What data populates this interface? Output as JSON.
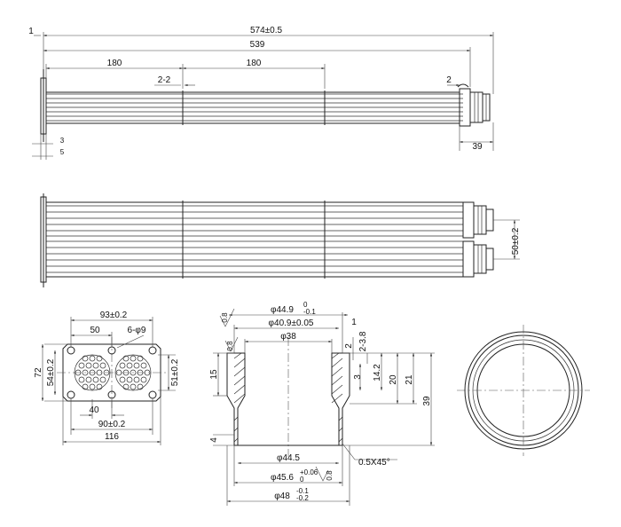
{
  "side_view": {
    "overall_length": "574±0.5",
    "length_539": "539",
    "seg_left": "180",
    "seg_right": "180",
    "baffle_thickness": "2-2",
    "left_offset": "1",
    "end_gap": "2",
    "end_length": "39",
    "flange_thk_a": "3",
    "flange_thk_b": "5"
  },
  "top_view": {
    "tube_pitch": "50±0.2"
  },
  "flange_view": {
    "width_93": "93±0.2",
    "width_50": "50",
    "holes": "6-φ9",
    "height_72": "72",
    "height_54": "54±0.2",
    "height_51": "51±0.2",
    "width_40": "40",
    "width_90": "90±0.2",
    "width_116": "116"
  },
  "section_view": {
    "d_top": "φ44.9",
    "d_top_tol_upper": "0",
    "d_top_tol_lower": "-0.1",
    "d_inner_top": "φ40.9±0.05",
    "d_bore": "φ38",
    "dim_1": "1",
    "dim_2": "2",
    "dim_2_38": "2-3.8",
    "dim_3": "3",
    "dim_14_2": "14.2",
    "dim_20": "20",
    "dim_21": "21",
    "dim_39": "39",
    "dim_15": "15",
    "dim_4": "4",
    "d_44_5": "φ44.5",
    "d_45_6": "φ45.6",
    "d_45_6_tol_upper": "+0.06",
    "d_45_6_tol_lower": "0",
    "d_48": "φ48",
    "d_48_tol_upper": "-0.1",
    "d_48_tol_lower": "-0.2",
    "chamfer": "0.5X45°",
    "roughness_1": "0.8",
    "roughness_2": "0.8",
    "roughness_3": "0.8"
  }
}
